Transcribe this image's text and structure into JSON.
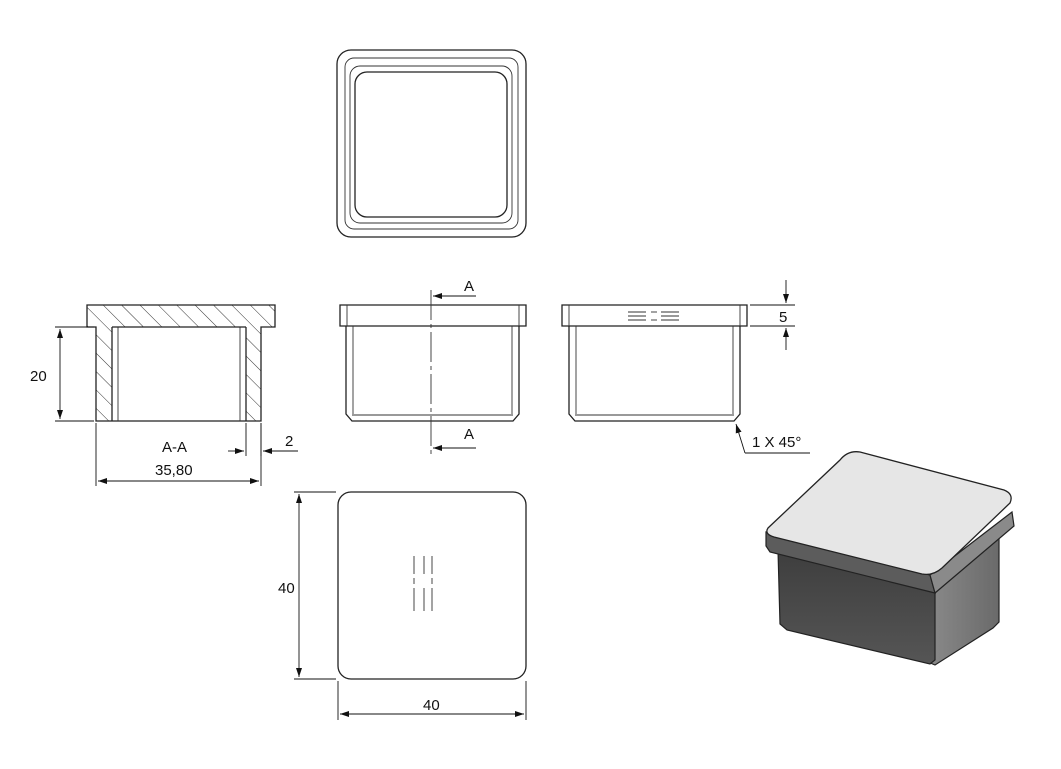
{
  "drawing": {
    "section_marker_top": "A",
    "section_marker_bottom": "A",
    "section_label": "A-A",
    "dim_height": "20",
    "dim_inner_width": "35,80",
    "dim_wall": "2",
    "dim_cap_thickness": "5",
    "dim_chamfer": "1 X 45°",
    "dim_front_height": "40",
    "dim_front_width": "40"
  },
  "colors": {
    "line": "#222222",
    "hatch": "#333333",
    "iso_top": "#e6e6e6",
    "iso_rim_front": "#5a5a5a",
    "iso_body_front": "#4a4a4a",
    "iso_body_side": "#7a7a7a"
  }
}
